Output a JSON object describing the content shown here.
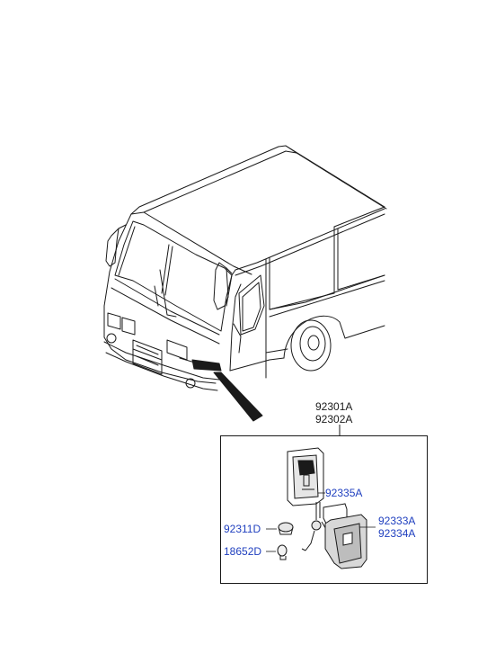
{
  "diagram": {
    "part_numbers": {
      "lamp_assembly_lh": "92301A",
      "lamp_assembly_rh": "92302A",
      "socket_wiring": "92335A",
      "bulb_socket": "92311D",
      "bulb": "18652D",
      "lens_lh": "92333A",
      "lens_rh": "92334A"
    },
    "colors": {
      "line": "#1a1a1a",
      "callout_blue": "#1f3fbf",
      "callout_black": "#1a1a1a",
      "background": "#ffffff"
    }
  }
}
